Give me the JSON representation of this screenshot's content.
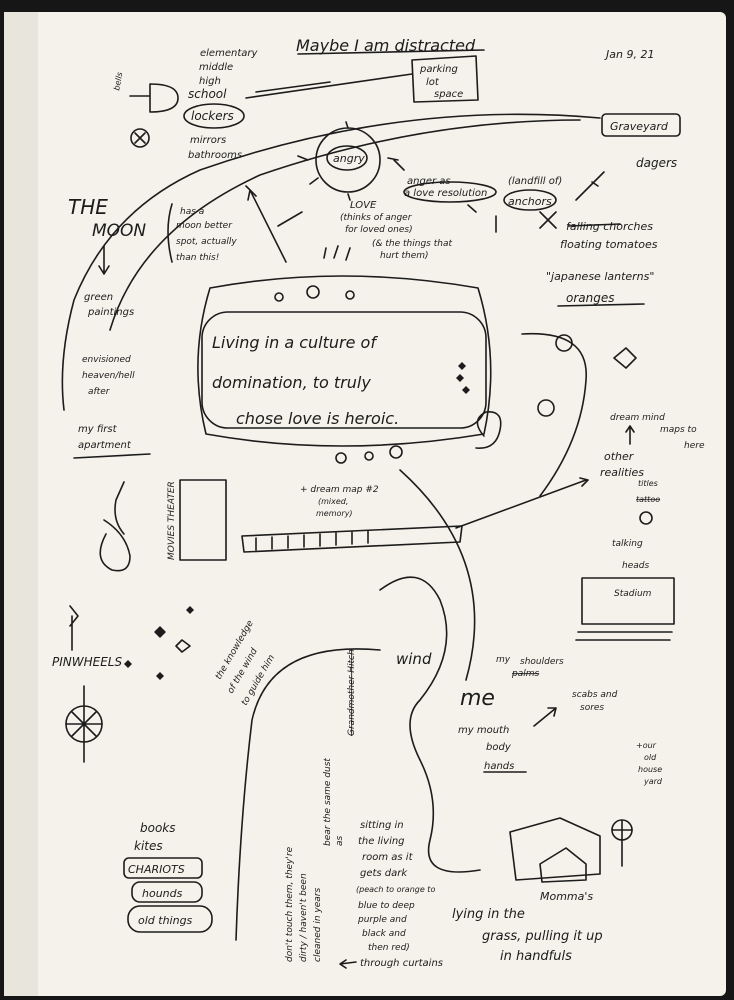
{
  "header": {
    "title": "Maybe I am distracted",
    "date": "Jan 9, 21"
  },
  "school": {
    "grades": [
      "elementary",
      "middle",
      "high",
      "school"
    ],
    "bells": "bells",
    "lockers": "lockers",
    "mirrors": "mirrors",
    "bathrooms": "bathrooms",
    "parking_lot": [
      "parking",
      "lot",
      "space"
    ]
  },
  "graveyard": "Graveyard",
  "daggers": "dagers",
  "angry": "angry",
  "love": "LOVE",
  "anger_resolution": [
    "anger as",
    "a love resolution"
  ],
  "anger_notes": [
    "(thinks of anger",
    "for loved ones)",
    "(& the things that",
    "hurt them)"
  ],
  "landfill": "(landfill of)",
  "anchors": "anchors",
  "falling": [
    "falling chorches",
    "floating tomatoes"
  ],
  "japanese_lanterns": "\"japanese lanterns\"",
  "oranges": "oranges",
  "moon": {
    "title_a": "THE",
    "title_b": "MOON",
    "notes": [
      "has a",
      "moon better",
      "spot, actually",
      "than this!"
    ]
  },
  "left_notes": {
    "green": [
      "green",
      "paintings"
    ],
    "heaven": [
      "envisioned",
      "heaven/hell",
      "after"
    ],
    "apartment": [
      "my first",
      "apartment"
    ]
  },
  "central": {
    "line1": "Living in a culture of",
    "line2": "domination, to truly",
    "line3": "chose love is heroic."
  },
  "dream_map": [
    "+ dream map #2",
    "(mixed,",
    "memory)"
  ],
  "movies_theater": "MOVIES THEATER",
  "dream_mind": [
    "dream mind",
    "maps to",
    "here"
  ],
  "other_realities": [
    "other",
    "realities"
  ],
  "titles": [
    "titles",
    "tattoo"
  ],
  "talking_heads": [
    "talking",
    "heads"
  ],
  "stadium": "Stadium",
  "pinwheels": "PINWHEELS",
  "knowledge": [
    "the knowledge",
    "of the wind",
    "to guide him"
  ],
  "wind": "wind",
  "shoulders": [
    "my",
    "shoulders",
    "palms"
  ],
  "me": "me",
  "body": [
    "my mouth",
    "body",
    "hands"
  ],
  "scabs": [
    "scabs and",
    "sores"
  ],
  "our_house": [
    "+our",
    "old",
    "house",
    "yard"
  ],
  "bear": [
    "bear the same dust",
    "as"
  ],
  "bear_strike": "Grandmother Hitch",
  "touch": [
    "don't touch them, they're",
    "dirty / haven't been",
    "cleaned in years"
  ],
  "books": [
    "books",
    "kites"
  ],
  "chariots": "CHARIOTS",
  "hounds": "hounds",
  "old_things": "old things",
  "sitting": [
    "sitting in",
    "the living",
    "room as it",
    "gets dark",
    "(peach to orange to",
    "blue to deep",
    "purple and",
    "black and",
    "then red)"
  ],
  "curtains": "through curtains",
  "lying": [
    "lying in the",
    "grass, pulling it up",
    "in handfuls"
  ],
  "momma": "Momma's"
}
